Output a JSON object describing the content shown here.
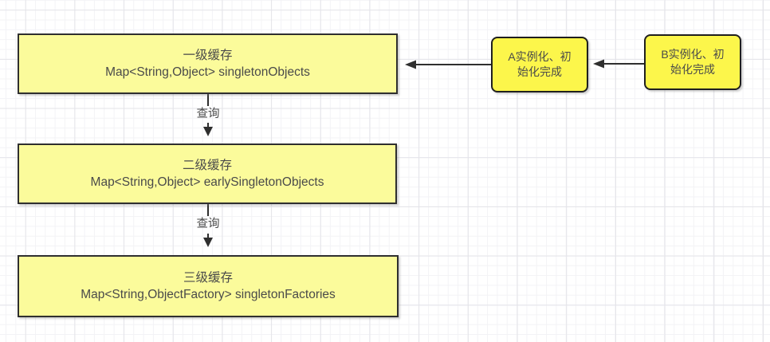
{
  "diagram": {
    "cache_boxes": [
      {
        "title": "一级缓存",
        "code": "Map<String,Object> singletonObjects"
      },
      {
        "title": "二级缓存",
        "code": "Map<String,Object> earlySingletonObjects"
      },
      {
        "title": "三级缓存",
        "code": "Map<String,ObjectFactory> singletonFactories"
      }
    ],
    "bean_boxes": [
      {
        "lines": [
          "A实例化、初",
          "始化完成"
        ]
      },
      {
        "lines": [
          "B实例化、初",
          "始化完成"
        ]
      }
    ],
    "edge_labels": [
      {
        "text": "查询"
      },
      {
        "text": "查询"
      }
    ],
    "colors": {
      "cache_fill": "#fbfb9b",
      "bean_fill": "#fcf64b",
      "stroke": "#2f2f2f",
      "arrow": "#2e2e2e",
      "text": "#4a4a4a",
      "grid_major": "#e4e4e9",
      "grid_minor": "#f3f3f6",
      "background": "#ffffff"
    }
  }
}
